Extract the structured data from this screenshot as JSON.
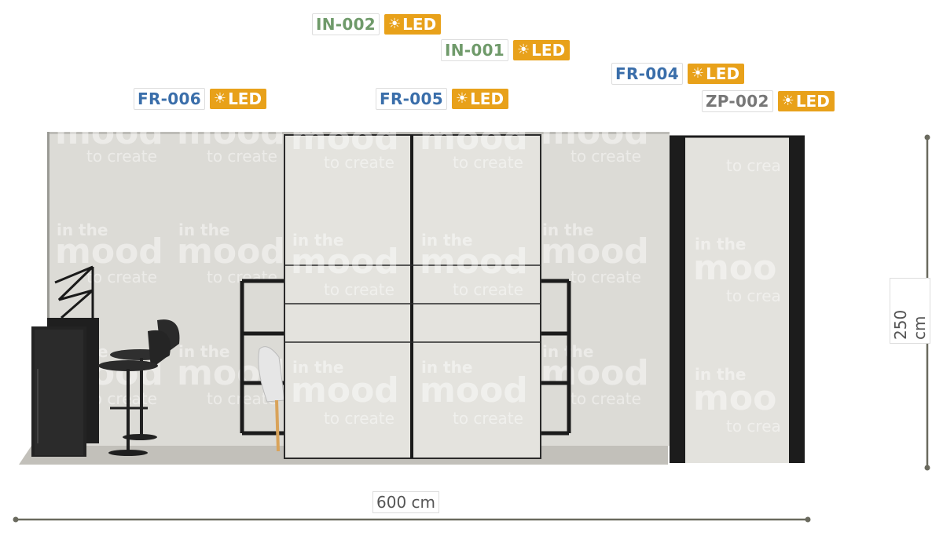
{
  "tags": [
    {
      "code": "IN-002",
      "led": "LED",
      "color": "#6f9a6a"
    },
    {
      "code": "IN-001",
      "led": "LED",
      "color": "#6f9a6a"
    },
    {
      "code": "FR-004",
      "led": "LED",
      "color": "#3a6eaa"
    },
    {
      "code": "FR-006",
      "led": "LED",
      "color": "#3a6eaa"
    },
    {
      "code": "FR-005",
      "led": "LED",
      "color": "#3a6eaa"
    },
    {
      "code": "ZP-002",
      "led": "LED",
      "color": "#777777"
    }
  ],
  "dimensions": {
    "width_label": "600 cm",
    "height_label": "250 cm"
  },
  "watermark": {
    "line1": "in the",
    "line2": "mood",
    "line3": "to create"
  },
  "colors": {
    "led_badge": "#e8a11a",
    "wall": "#dcdbd6",
    "floor": "#bdbbb5",
    "frame": "#1a1a1a",
    "dimension_line": "#6a6a5e"
  }
}
